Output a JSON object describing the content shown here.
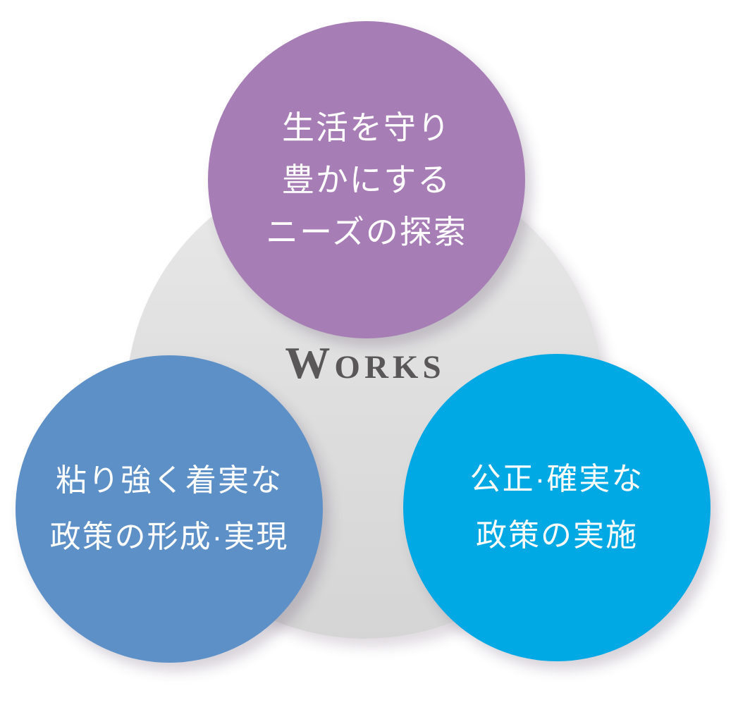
{
  "works_label": {
    "initial": "W",
    "rest": "ORKS"
  },
  "circles": {
    "top": {
      "lines": [
        "生活を守り",
        "豊かにする",
        "ニーズの探索"
      ],
      "color": "#a77db5",
      "text_color": "#ffffff"
    },
    "bottom_left": {
      "lines": [
        "粘り強く着実な",
        "政策の形成·実現"
      ],
      "color": "#5e90c8",
      "text_color": "#ffffff"
    },
    "bottom_right": {
      "lines": [
        "公正·確実な",
        "政策の実施"
      ],
      "color": "#00a8e4",
      "text_color": "#ffffff"
    },
    "center": {
      "color": "#dcdcdc",
      "label_color": "#595757"
    }
  }
}
